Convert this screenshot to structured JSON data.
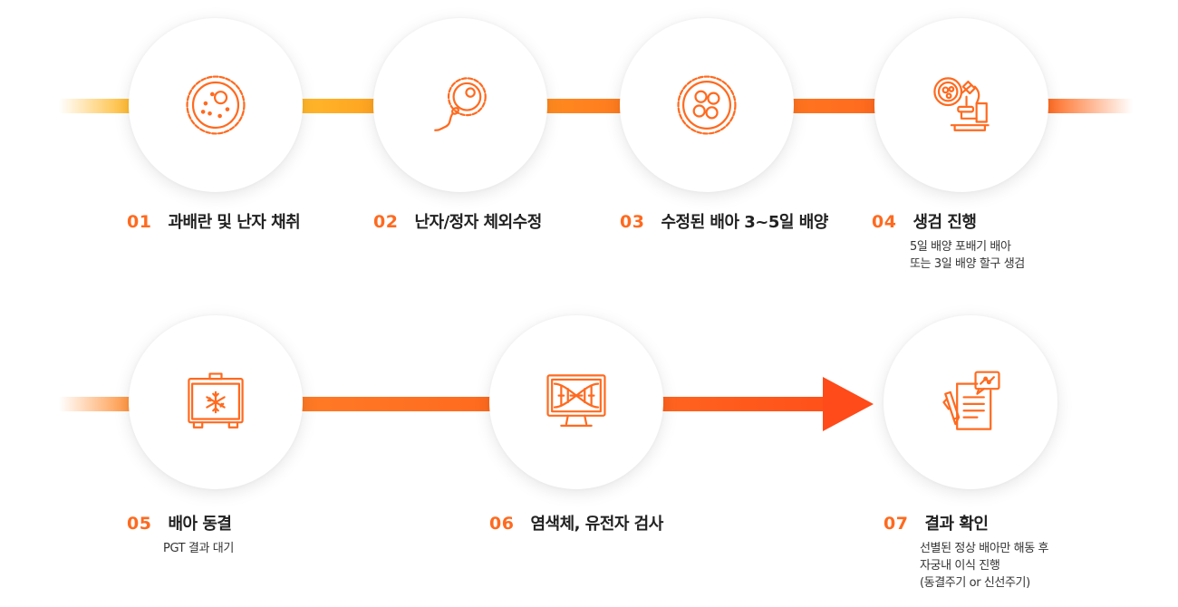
{
  "steps": [
    {
      "num": "01",
      "title": "과배란 및 난자 채취",
      "icon": "egg-cell-icon",
      "desc": []
    },
    {
      "num": "02",
      "title": "난자/정자 체외수정",
      "icon": "fertilization-icon",
      "desc": []
    },
    {
      "num": "03",
      "title": "수정된 배아 3~5일 배양",
      "icon": "embryo-culture-icon",
      "desc": []
    },
    {
      "num": "04",
      "title": "생검 진행",
      "icon": "microscope-icon",
      "desc": [
        "5일 배양 포배기 배아",
        "또는 3일 배양 할구 생검"
      ]
    },
    {
      "num": "05",
      "title": "배아 동결",
      "icon": "freezer-icon",
      "desc": [
        "PGT 결과 대기"
      ]
    },
    {
      "num": "06",
      "title": "염색체, 유전자 검사",
      "icon": "dna-monitor-icon",
      "desc": []
    },
    {
      "num": "07",
      "title": "결과 확인",
      "icon": "report-icon",
      "desc": [
        "선별된 정상 배아만 해동 후",
        "자궁내 이식 진행",
        "(동결주기 or 신선주기)"
      ]
    }
  ],
  "colors": {
    "accent": "#ff6a1f",
    "arrow": "#ff4a1a",
    "light": "#ffc23a"
  }
}
